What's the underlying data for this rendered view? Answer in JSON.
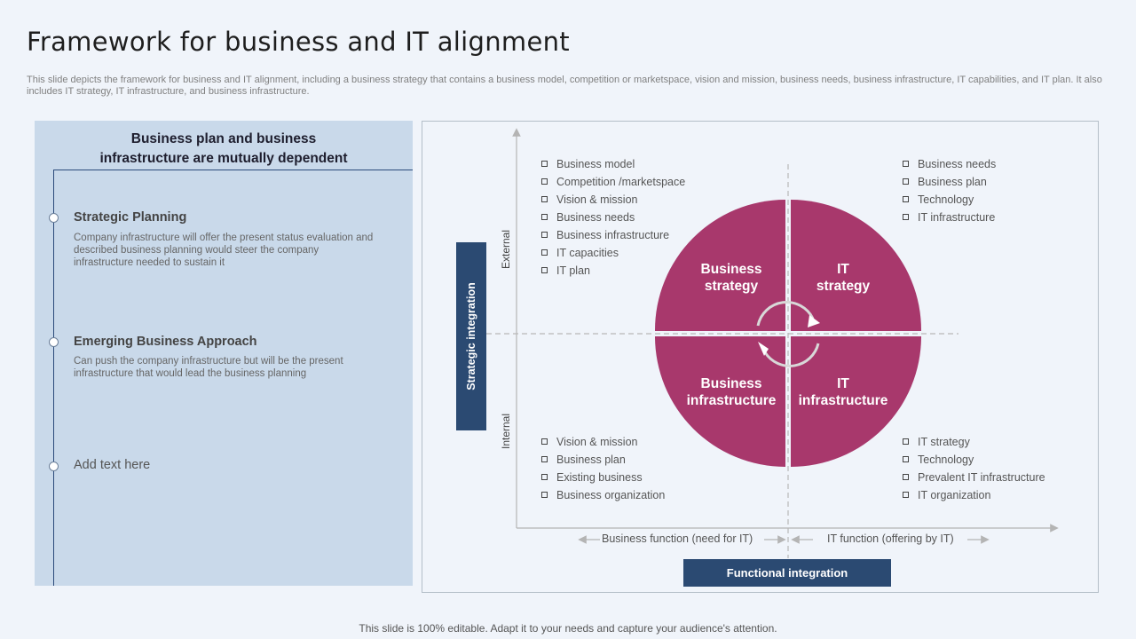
{
  "slide": {
    "title": "Framework for business and IT alignment",
    "subtitle": "This slide depicts the framework for business and IT alignment, including a business strategy that contains a business model, competition or marketspace, vision and mission, business needs, business infrastructure, IT capabilities, and IT plan. It also includes IT strategy, IT infrastructure, and business infrastructure.",
    "footer": "This slide is 100% editable. Adapt it to your needs and capture your audience's attention."
  },
  "left_panel": {
    "heading_line1": "Business plan and business",
    "heading_line2": "infrastructure are mutually dependent",
    "items": [
      {
        "title": "Strategic Planning",
        "description": "Company infrastructure will offer the present status evaluation and described business planning would steer the company infrastructure needed to sustain it"
      },
      {
        "title": "Emerging Business Approach",
        "description": "Can push the company infrastructure but will be the present infrastructure that would lead the business planning"
      },
      {
        "title": "Add text here",
        "description": ""
      }
    ]
  },
  "diagram": {
    "vertical_axis_bar": "Strategic integration",
    "horizontal_axis_bar": "Functional integration",
    "axis_top_label": "External",
    "axis_bottom_label": "Internal",
    "left_axis_caption": "Business function (need for IT)",
    "right_axis_caption": "IT function (offering by IT)",
    "quadrants": {
      "top_left": {
        "line1": "Business",
        "line2": "strategy"
      },
      "top_right": {
        "line1": "IT",
        "line2": "strategy"
      },
      "bottom_left": {
        "line1": "Business",
        "line2": "infrastructure"
      },
      "bottom_right": {
        "line1": "IT",
        "line2": "infrastructure"
      }
    },
    "colors": {
      "quadrant_fill": "#a8386c",
      "bar_fill": "#2b4a72"
    },
    "lists": {
      "top_left": [
        "Business model",
        "Competition /marketspace",
        "Vision & mission",
        "Business needs",
        "Business infrastructure",
        "IT capacities",
        "IT plan"
      ],
      "top_right": [
        "Business needs",
        "Business plan",
        "Technology",
        "IT infrastructure"
      ],
      "bottom_left": [
        "Vision & mission",
        "Business plan",
        "Existing business",
        "Business organization"
      ],
      "bottom_right": [
        "IT strategy",
        "Technology",
        "Prevalent  IT infrastructure",
        "IT organization"
      ]
    }
  }
}
